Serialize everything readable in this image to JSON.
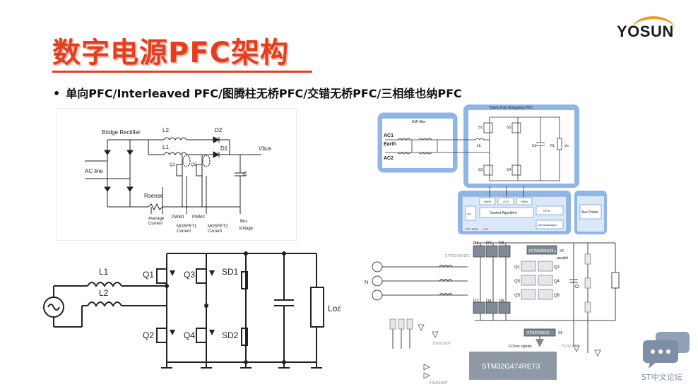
{
  "header": {
    "title": "数字电源PFC架构",
    "bullet": "单向PFC/Interleaved PFC/图腾柱无桥PFC/交错无桥PFC/三相维也纳PFC",
    "logo_text": "YOSUN",
    "accent_color": "#e53e1f",
    "logo_arc_color": "#f4961f"
  },
  "diagram_interleaved": {
    "labels": {
      "bridge": "Bridge Rectifier",
      "l2": "L2",
      "l1": "L1",
      "d2": "D2",
      "d1": "D1",
      "vbus": "Vbus",
      "acline": "AC line",
      "q1": "Q1",
      "q2": "Q2",
      "c": "C",
      "rsense": "Rsense",
      "avg1": "Average",
      "avg2": "Current",
      "pwm1": "PWM1",
      "pwm2": "PWM2",
      "m1a": "MOSFET1",
      "m1b": "Current",
      "m2a": "MOSFET2",
      "m2b": "Current",
      "bus1": "Bus",
      "bus2": "Voltage"
    }
  },
  "diagram_totem": {
    "labels": {
      "emi": "EMI filter",
      "totem": "Totem Pole Bridgeless PFC",
      "ac1": "AC1",
      "earth": "Earth",
      "ac2": "AC2",
      "lb": "Lb",
      "s1": "S1",
      "s2": "S2",
      "s3": "S3",
      "s4": "S4",
      "cb": "Cb",
      "rl": "RL",
      "vo": "Vo",
      "ctrl": "Control Algorithm",
      "pwm_a": "PWM",
      "zcd": "ZCD",
      "pwm_b": "PWM",
      "gpio": "GPIO",
      "comm": "communication",
      "aux": "Aux Power",
      "mcu": "PFC MCU",
      "adc": "ADC",
      "ovp": "OVP"
    }
  },
  "diagram_bridgeless": {
    "labels": {
      "l1": "L1",
      "l2": "L2",
      "q1": "Q1",
      "q2": "Q2",
      "q3": "Q3",
      "q4": "Q4",
      "sd1": "SD1",
      "sd2": "SD2",
      "load": "Load"
    }
  },
  "diagram_vienna": {
    "labels": {
      "d1": "D1",
      "d3": "D3",
      "d5": "D5",
      "d2": "D2",
      "d4": "D4",
      "d6": "D6",
      "q1": "Q1",
      "q2": "Q2",
      "q3": "Q3",
      "q4": "Q4",
      "q5": "Q5",
      "q6": "Q6",
      "stpsc": "STPSC40H12C",
      "sctwa": "SCTWA50N120 x 2",
      "x2": "X2",
      "parallel": "parallel",
      "o": "O",
      "n": "N",
      "x6": "X6",
      "stgap": "STGAP2SICS",
      "drive": "6 Drive signals",
      "mcu": "STM32G474RET3",
      "tsv1": "TSV912IDT",
      "tsv2": "TSV912IDT",
      "tsv3": "TSV914IDT"
    }
  },
  "watermark": {
    "text": "ST中文论坛",
    "color": "#7d8ea6"
  }
}
